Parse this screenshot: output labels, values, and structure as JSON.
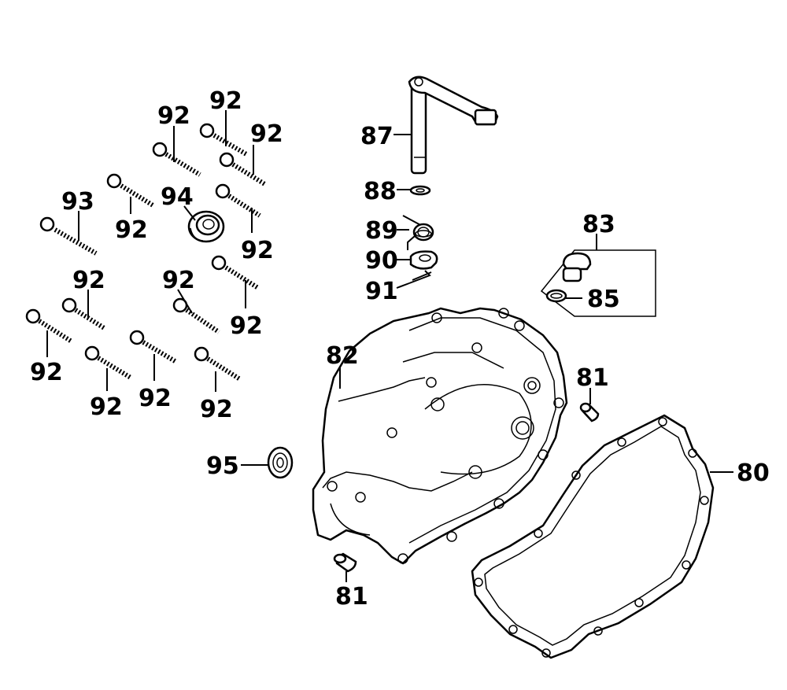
{
  "labels": {
    "l80": "80",
    "l81a": "81",
    "l81b": "81",
    "l82": "82",
    "l83": "83",
    "l85": "85",
    "l87": "87",
    "l88": "88",
    "l89": "89",
    "l90": "90",
    "l91": "91",
    "l92a": "92",
    "l92b": "92",
    "l92c": "92",
    "l92d": "92",
    "l92e": "92",
    "l92f": "92",
    "l92g": "92",
    "l92h": "92",
    "l92i": "92",
    "l92j": "92",
    "l92k": "92",
    "l92l": "92",
    "l93": "93",
    "l94": "94",
    "l95": "95"
  }
}
